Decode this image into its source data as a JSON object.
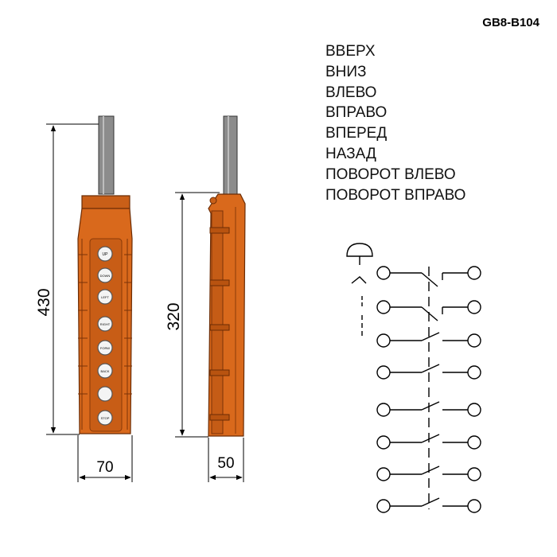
{
  "model_code": "GB8-B104",
  "functions": [
    "ВВЕРХ",
    "ВНИЗ",
    "ВЛЕВО",
    "ВПРАВО",
    "ВПЕРЕД",
    "НАЗАД",
    "ПОВОРОТ ВЛЕВО",
    "ПОВОРОТ ВПРАВО"
  ],
  "dimensions": {
    "height_total": "430",
    "height_body": "320",
    "width": "70",
    "depth": "50"
  },
  "button_labels": [
    "UP",
    "DOWN",
    "LEFT",
    "RIGHT",
    "FORW",
    "BACK",
    "",
    "STOP"
  ],
  "colors": {
    "housing": "#d9691c",
    "housing_dark": "#a8480e",
    "cable": "#8c8c8c"
  }
}
